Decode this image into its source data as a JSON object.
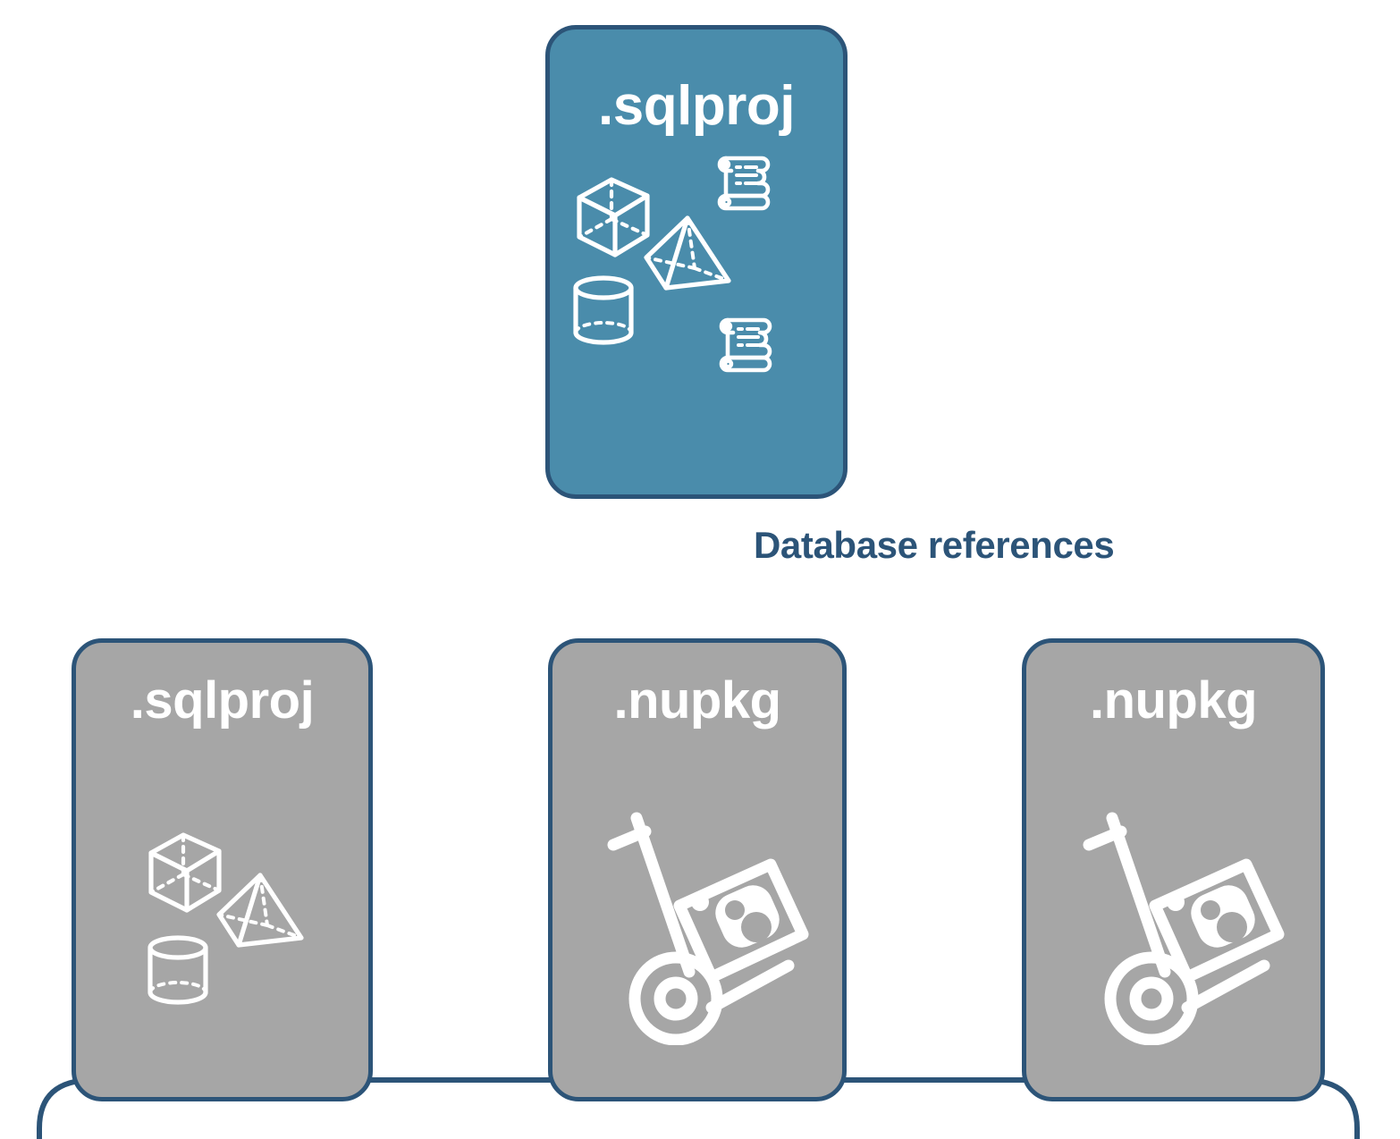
{
  "diagram": {
    "title": "Database references",
    "connector_label": "Database references",
    "colors": {
      "accent_teal": "#4A8CAB",
      "border_navy": "#2C5478",
      "card_gray": "#A6A6A6",
      "icon_white": "#FFFFFF",
      "background": "#FFFFFF"
    }
  },
  "root_card": {
    "label": ".sqlproj",
    "type": "sqlproj",
    "fill": "teal",
    "icons": [
      "cube-wireframe-icon",
      "pyramid-wireframe-icon",
      "cylinder-wireframe-icon",
      "scroll-script-icon",
      "scroll-script-icon"
    ]
  },
  "reference_cards": [
    {
      "label": ".sqlproj",
      "type": "sqlproj",
      "fill": "gray",
      "icons": [
        "cube-wireframe-icon",
        "pyramid-wireframe-icon",
        "cylinder-wireframe-icon"
      ]
    },
    {
      "label": ".nupkg",
      "type": "nupkg",
      "fill": "gray",
      "icons": [
        "nuget-package-dolly-icon"
      ]
    },
    {
      "label": ".nupkg",
      "type": "nupkg",
      "fill": "gray",
      "icons": [
        "nuget-package-dolly-icon"
      ]
    }
  ]
}
